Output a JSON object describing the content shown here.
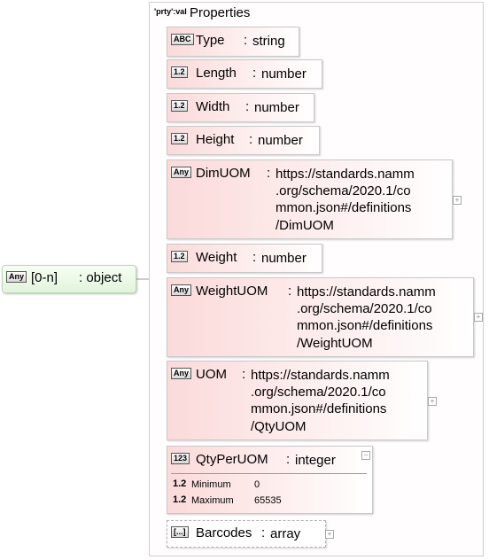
{
  "container": {
    "kind_label": "'prty':val",
    "title": "Properties"
  },
  "root": {
    "badge": "Any",
    "occurrence": "[0-n]",
    "type": ": object"
  },
  "properties": [
    {
      "badge": "ABC",
      "name": "Type",
      "sep": ":",
      "type": "string"
    },
    {
      "badge": "1.2",
      "name": "Length",
      "sep": ":",
      "type": "number"
    },
    {
      "badge": "1.2",
      "name": "Width",
      "sep": ":",
      "type": "number"
    },
    {
      "badge": "1.2",
      "name": "Height",
      "sep": ":",
      "type": "number"
    },
    {
      "badge": "Any",
      "name": "DimUOM",
      "sep": ":",
      "type_lines": [
        "https://standards.namm",
        ".org/schema/2020.1/co",
        "mmon.json#/definitions",
        "/DimUOM"
      ],
      "expander": "+"
    },
    {
      "badge": "1.2",
      "name": "Weight",
      "sep": ":",
      "type": "number"
    },
    {
      "badge": "Any",
      "name": "WeightUOM",
      "sep": ":",
      "type_lines": [
        "https://standards.namm",
        ".org/schema/2020.1/co",
        "mmon.json#/definitions",
        "/WeightUOM"
      ],
      "expander": "+"
    },
    {
      "badge": "Any",
      "name": "UOM",
      "sep": ":",
      "type_lines": [
        "https://standards.namm",
        ".org/schema/2020.1/co",
        "mmon.json#/definitions",
        "/QtyUOM"
      ],
      "expander": "+"
    },
    {
      "badge": "123",
      "name": "QtyPerUOM",
      "sep": ":",
      "type": "integer",
      "expander": "−",
      "facets": [
        {
          "key": "1.2",
          "label": "Minimum",
          "value": "0"
        },
        {
          "key": "1.2",
          "label": "Maximum",
          "value": "65535"
        }
      ]
    },
    {
      "badge": "[...]",
      "name": "Barcodes",
      "sep": ":",
      "type": "array",
      "expander": "+"
    }
  ]
}
